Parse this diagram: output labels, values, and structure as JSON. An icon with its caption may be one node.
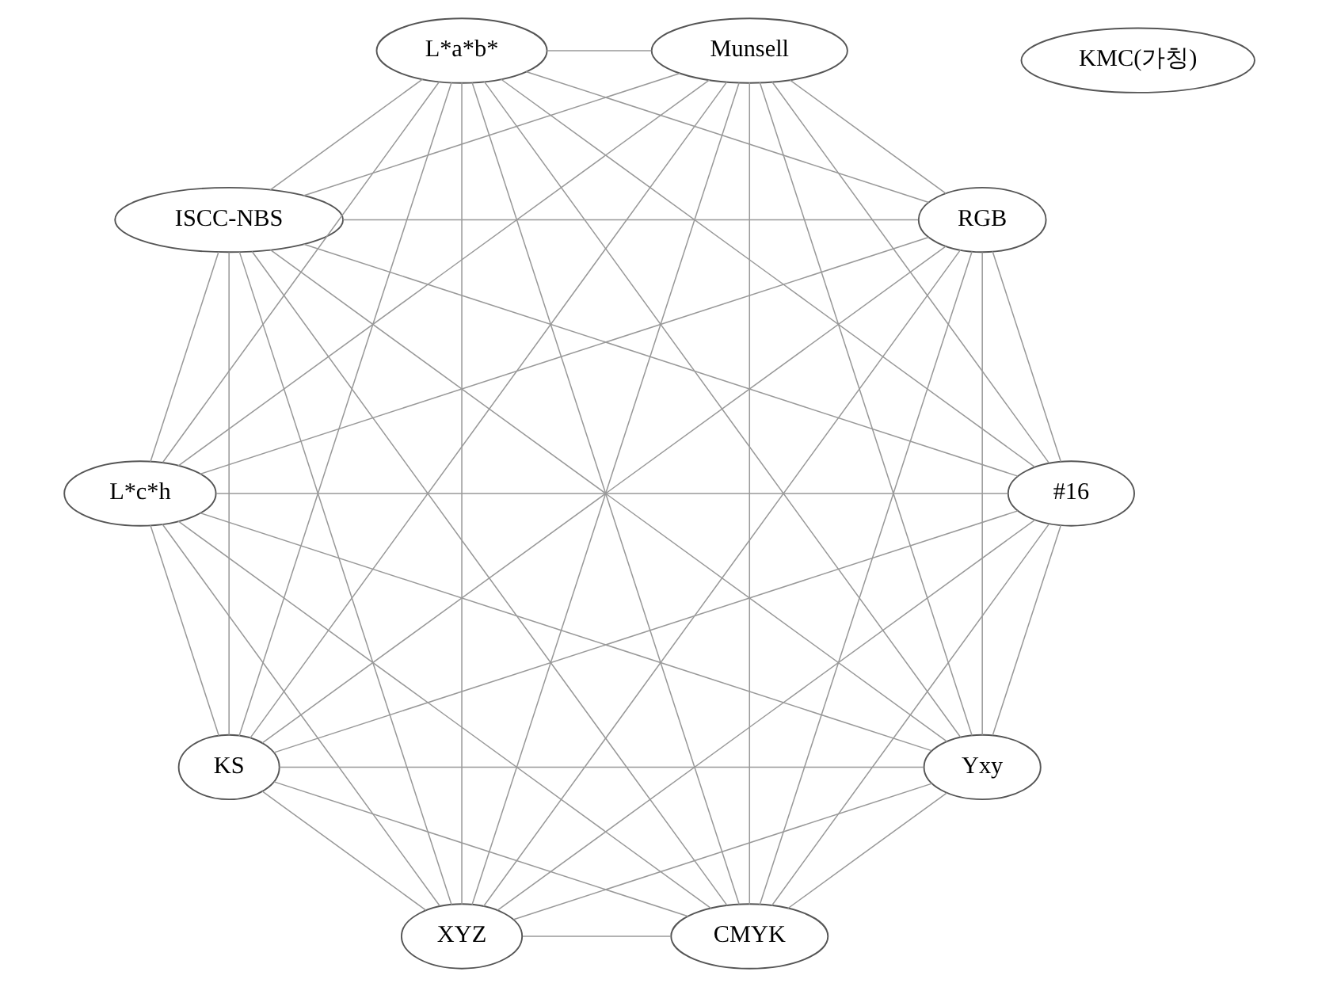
{
  "diagram": {
    "nodes": [
      {
        "text": [
          "Yxy"
        ]
      },
      {
        "text": [
          "#16"
        ]
      },
      {
        "text": [
          "XYZ"
        ]
      },
      {
        "text": [
          "KS"
        ]
      },
      {
        "text": [
          "L*c*h"
        ]
      },
      {
        "text": [
          "KMC(가칭)"
        ]
      },
      {
        "text": [
          "ISCC-NBS"
        ]
      },
      {
        "text": [
          "L*a*b*"
        ]
      },
      {
        "text": [
          "Munsell"
        ]
      },
      {
        "text": [
          "RGB"
        ]
      },
      {
        "text": [
          "CMYK"
        ]
      }
    ],
    "edges": [
      {
        "from": 0,
        "to": 1,
        "arrow": "none"
      },
      {
        "from": 0,
        "to": 2,
        "arrow": "none"
      },
      {
        "from": 0,
        "to": 3,
        "arrow": "none"
      },
      {
        "from": 0,
        "to": 4,
        "arrow": "none"
      },
      {
        "from": 0,
        "to": 6,
        "arrow": "none"
      },
      {
        "from": 0,
        "to": 7,
        "arrow": "none"
      },
      {
        "from": 0,
        "to": 8,
        "arrow": "none"
      },
      {
        "from": 0,
        "to": 9,
        "arrow": "none"
      },
      {
        "from": 0,
        "to": 10,
        "arrow": "none"
      },
      {
        "from": 1,
        "to": 2,
        "arrow": "none"
      },
      {
        "from": 1,
        "to": 3,
        "arrow": "none"
      },
      {
        "from": 1,
        "to": 4,
        "arrow": "none"
      },
      {
        "from": 1,
        "to": 6,
        "arrow": "none"
      },
      {
        "from": 1,
        "to": 7,
        "arrow": "none"
      },
      {
        "from": 1,
        "to": 8,
        "arrow": "none"
      },
      {
        "from": 1,
        "to": 9,
        "arrow": "none"
      },
      {
        "from": 1,
        "to": 10,
        "arrow": "none"
      },
      {
        "from": 2,
        "to": 3,
        "arrow": "none"
      },
      {
        "from": 2,
        "to": 4,
        "arrow": "none"
      },
      {
        "from": 2,
        "to": 6,
        "arrow": "none"
      },
      {
        "from": 2,
        "to": 7,
        "arrow": "none"
      },
      {
        "from": 2,
        "to": 8,
        "arrow": "none"
      },
      {
        "from": 2,
        "to": 9,
        "arrow": "none"
      },
      {
        "from": 2,
        "to": 10,
        "arrow": "none"
      },
      {
        "from": 3,
        "to": 4,
        "arrow": "none"
      },
      {
        "from": 3,
        "to": 6,
        "arrow": "none"
      },
      {
        "from": 3,
        "to": 7,
        "arrow": "none"
      },
      {
        "from": 3,
        "to": 8,
        "arrow": "none"
      },
      {
        "from": 3,
        "to": 9,
        "arrow": "none"
      },
      {
        "from": 3,
        "to": 10,
        "arrow": "none"
      },
      {
        "from": 4,
        "to": 6,
        "arrow": "none"
      },
      {
        "from": 4,
        "to": 7,
        "arrow": "none"
      },
      {
        "from": 4,
        "to": 8,
        "arrow": "none"
      },
      {
        "from": 4,
        "to": 9,
        "arrow": "none"
      },
      {
        "from": 4,
        "to": 10,
        "arrow": "none"
      },
      {
        "from": 6,
        "to": 7,
        "arrow": "none"
      },
      {
        "from": 6,
        "to": 8,
        "arrow": "none"
      },
      {
        "from": 6,
        "to": 9,
        "arrow": "none"
      },
      {
        "from": 6,
        "to": 10,
        "arrow": "none"
      },
      {
        "from": 7,
        "to": 8,
        "arrow": "none"
      },
      {
        "from": 7,
        "to": 9,
        "arrow": "none"
      },
      {
        "from": 7,
        "to": 10,
        "arrow": "none"
      },
      {
        "from": 8,
        "to": 9,
        "arrow": "none"
      },
      {
        "from": 8,
        "to": 10,
        "arrow": "none"
      },
      {
        "from": 9,
        "to": 10,
        "arrow": "none"
      }
    ]
  }
}
